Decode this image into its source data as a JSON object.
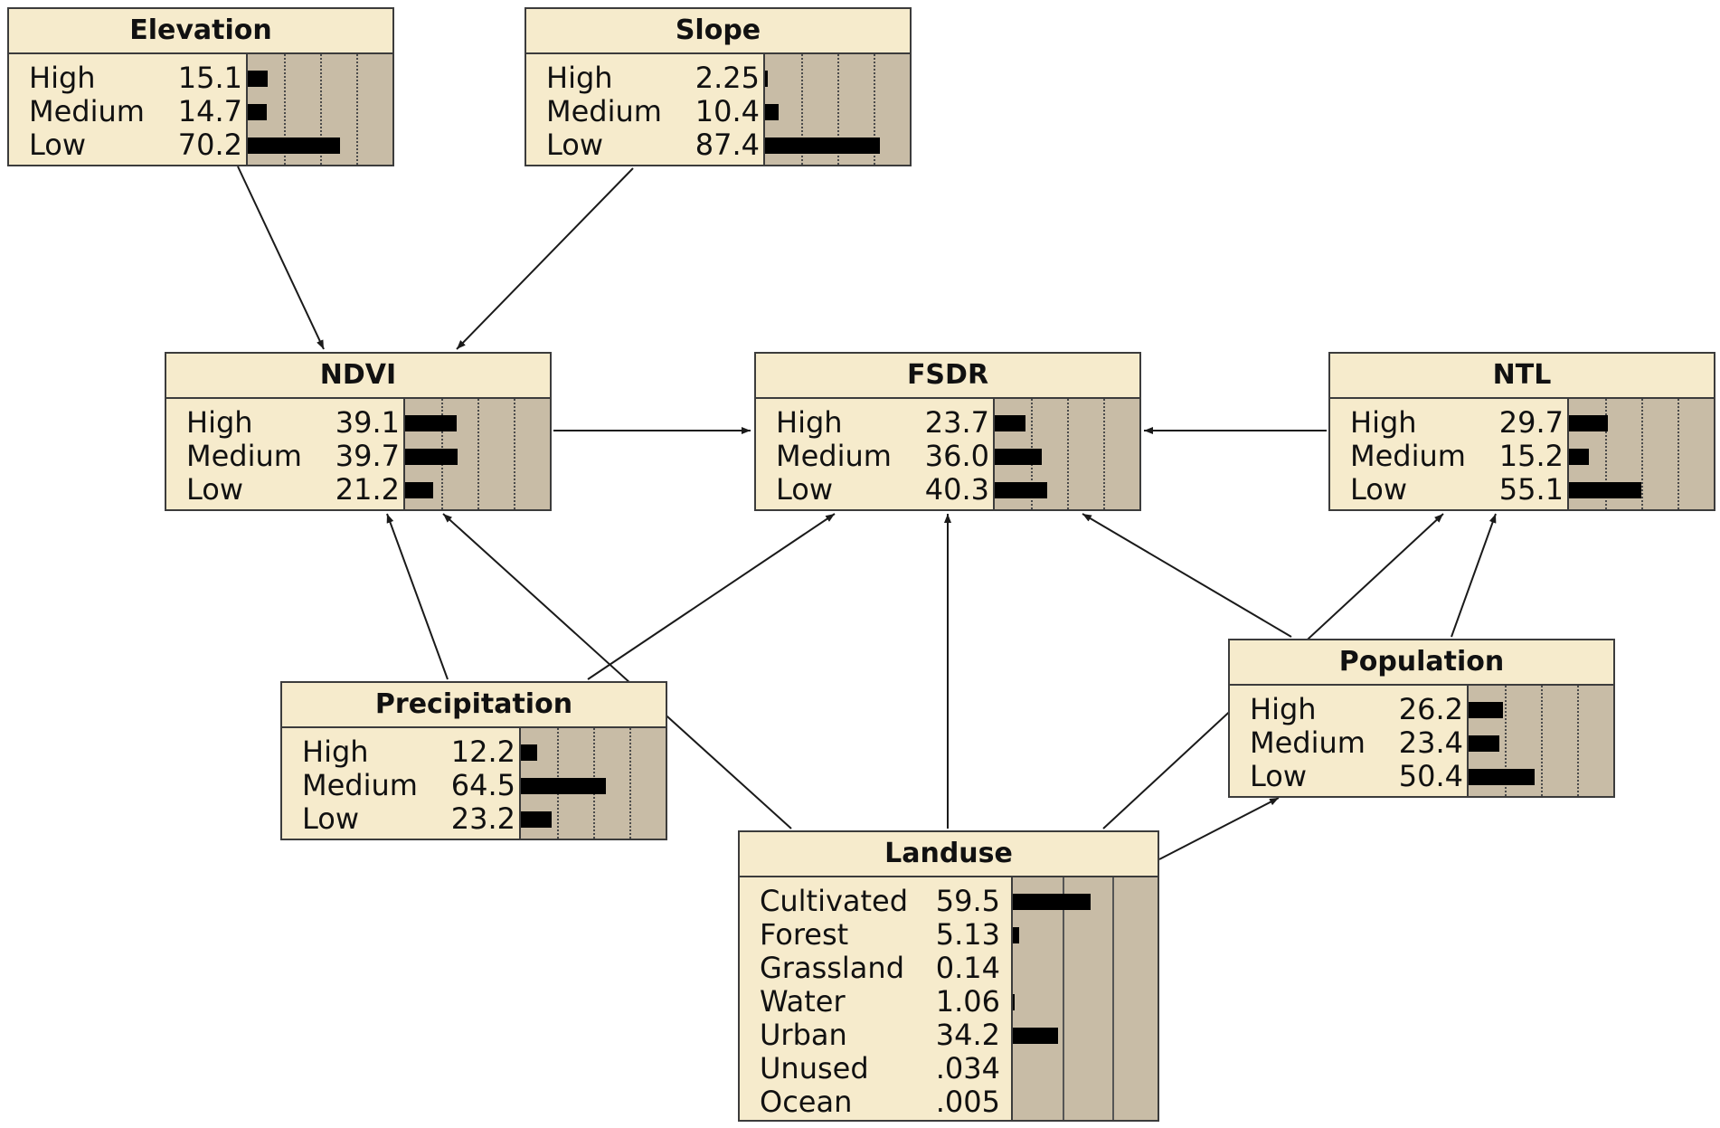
{
  "nodes": {
    "elevation": {
      "title": "Elevation",
      "states": [
        {
          "label": "High",
          "value": "15.1",
          "p": 15.1
        },
        {
          "label": "Medium",
          "value": "14.7",
          "p": 14.7
        },
        {
          "label": "Low",
          "value": "70.2",
          "p": 70.2
        }
      ]
    },
    "slope": {
      "title": "Slope",
      "states": [
        {
          "label": "High",
          "value": "2.25",
          "p": 2.25
        },
        {
          "label": "Medium",
          "value": "10.4",
          "p": 10.4
        },
        {
          "label": "Low",
          "value": "87.4",
          "p": 87.4
        }
      ]
    },
    "ndvi": {
      "title": "NDVI",
      "states": [
        {
          "label": "High",
          "value": "39.1",
          "p": 39.1
        },
        {
          "label": "Medium",
          "value": "39.7",
          "p": 39.7
        },
        {
          "label": "Low",
          "value": "21.2",
          "p": 21.2
        }
      ]
    },
    "fsdr": {
      "title": "FSDR",
      "states": [
        {
          "label": "High",
          "value": "23.7",
          "p": 23.7
        },
        {
          "label": "Medium",
          "value": "36.0",
          "p": 36.0
        },
        {
          "label": "Low",
          "value": "40.3",
          "p": 40.3
        }
      ]
    },
    "ntl": {
      "title": "NTL",
      "states": [
        {
          "label": "High",
          "value": "29.7",
          "p": 29.7
        },
        {
          "label": "Medium",
          "value": "15.2",
          "p": 15.2
        },
        {
          "label": "Low",
          "value": "55.1",
          "p": 55.1
        }
      ]
    },
    "precipitation": {
      "title": "Precipitation",
      "states": [
        {
          "label": "High",
          "value": "12.2",
          "p": 12.2
        },
        {
          "label": "Medium",
          "value": "64.5",
          "p": 64.5
        },
        {
          "label": "Low",
          "value": "23.2",
          "p": 23.2
        }
      ]
    },
    "population": {
      "title": "Population",
      "states": [
        {
          "label": "High",
          "value": "26.2",
          "p": 26.2
        },
        {
          "label": "Medium",
          "value": "23.4",
          "p": 23.4
        },
        {
          "label": "Low",
          "value": "50.4",
          "p": 50.4
        }
      ]
    },
    "landuse": {
      "title": "Landuse",
      "states": [
        {
          "label": "Cultivated",
          "value": "59.5",
          "p": 59.5
        },
        {
          "label": "Forest",
          "value": "5.13",
          "p": 5.13
        },
        {
          "label": "Grassland",
          "value": "0.14",
          "p": 0.14
        },
        {
          "label": "Water",
          "value": "1.06",
          "p": 1.06
        },
        {
          "label": "Urban",
          "value": "34.2",
          "p": 34.2
        },
        {
          "label": "Unused",
          "value": ".034",
          "p": 0.034
        },
        {
          "label": "Ocean",
          "value": ".005",
          "p": 0.005
        }
      ]
    }
  },
  "edges": [
    {
      "from": "elevation",
      "to": "ndvi"
    },
    {
      "from": "slope",
      "to": "ndvi"
    },
    {
      "from": "ndvi",
      "to": "fsdr"
    },
    {
      "from": "ntl",
      "to": "fsdr"
    },
    {
      "from": "precipitation",
      "to": "ndvi"
    },
    {
      "from": "precipitation",
      "to": "fsdr"
    },
    {
      "from": "landuse",
      "to": "ndvi"
    },
    {
      "from": "landuse",
      "to": "fsdr"
    },
    {
      "from": "landuse",
      "to": "ntl"
    },
    {
      "from": "landuse",
      "to": "population"
    },
    {
      "from": "population",
      "to": "fsdr"
    },
    {
      "from": "population",
      "to": "ntl"
    }
  ],
  "colors": {
    "node_fill": "#f6ebcc",
    "bar_panel": "#c8bca6",
    "bar": "#000000",
    "border": "#3c3c3c",
    "arrow": "#1a1a1a"
  }
}
